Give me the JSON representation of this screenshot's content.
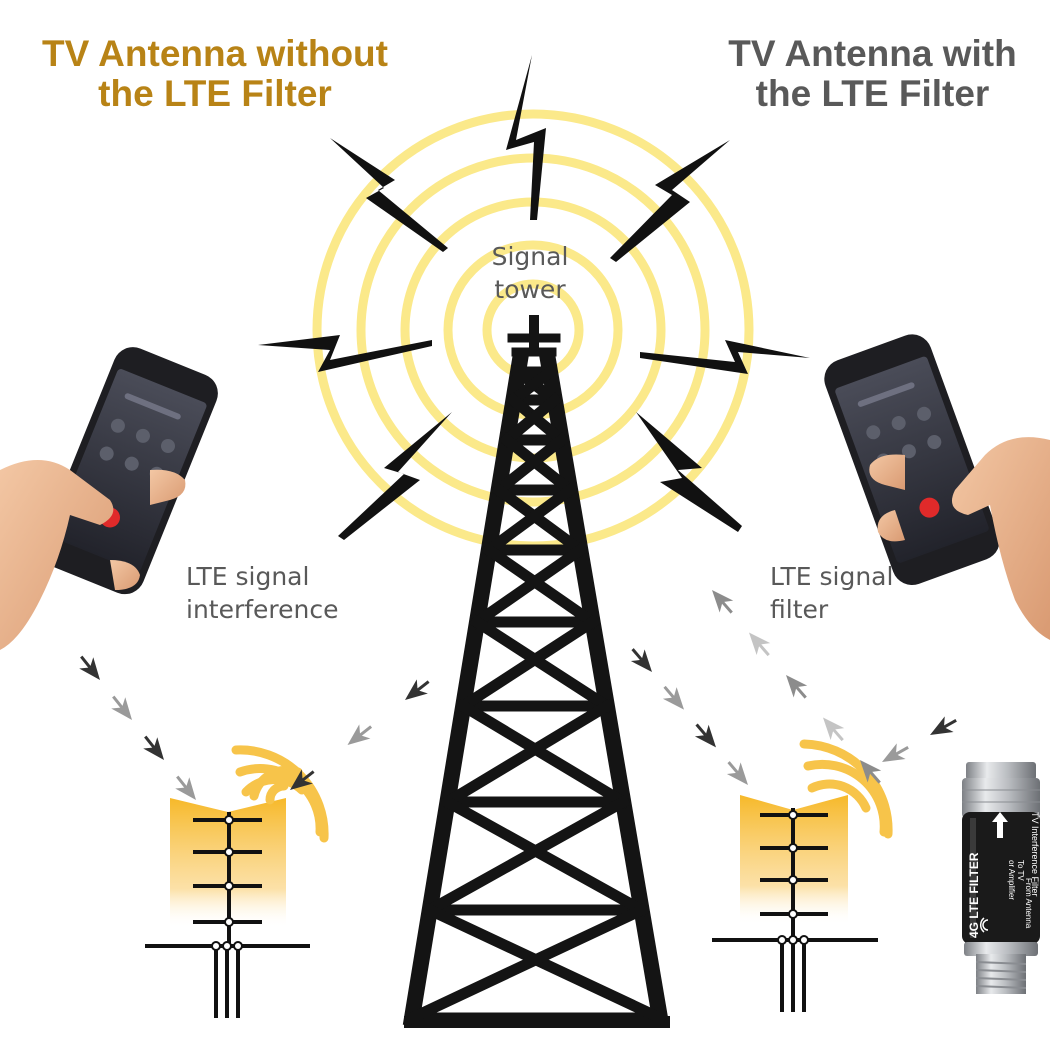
{
  "colors": {
    "title_left": "#b88316",
    "title_right": "#595959",
    "label_text": "#595959",
    "rings": "#fbe98a",
    "tower": "#141414",
    "antenna_glow": "#f6b51e",
    "signal_arcs": "#f7c44a",
    "lightning": "#111111",
    "phone_body": "#1e1e22",
    "filter_body": "#1a1a1a",
    "filter_metal": "#b9bcc0"
  },
  "titles": {
    "left_line1": "TV Antenna without",
    "left_line2": "the LTE Filter",
    "right_line1": "TV Antenna with",
    "right_line2": "the LTE Filter"
  },
  "tower": {
    "label_line1": "Signal",
    "label_line2": "tower",
    "ring_count": 5
  },
  "left_side": {
    "label_line1": "LTE signal",
    "label_line2": "interference",
    "phone_icon": "smartphone-call-icon",
    "antenna_icon": "tv-antenna-icon"
  },
  "right_side": {
    "label_line1": "LTE signal",
    "label_line2": "filter",
    "phone_icon": "smartphone-call-icon",
    "antenna_icon": "tv-antenna-icon"
  },
  "filter_device": {
    "name": "4G LTE FILTER",
    "text_to": "To TV",
    "text_amp": "or Amplifier",
    "text_from": "From Antenna",
    "text_desc": "TV Interference Filter"
  }
}
